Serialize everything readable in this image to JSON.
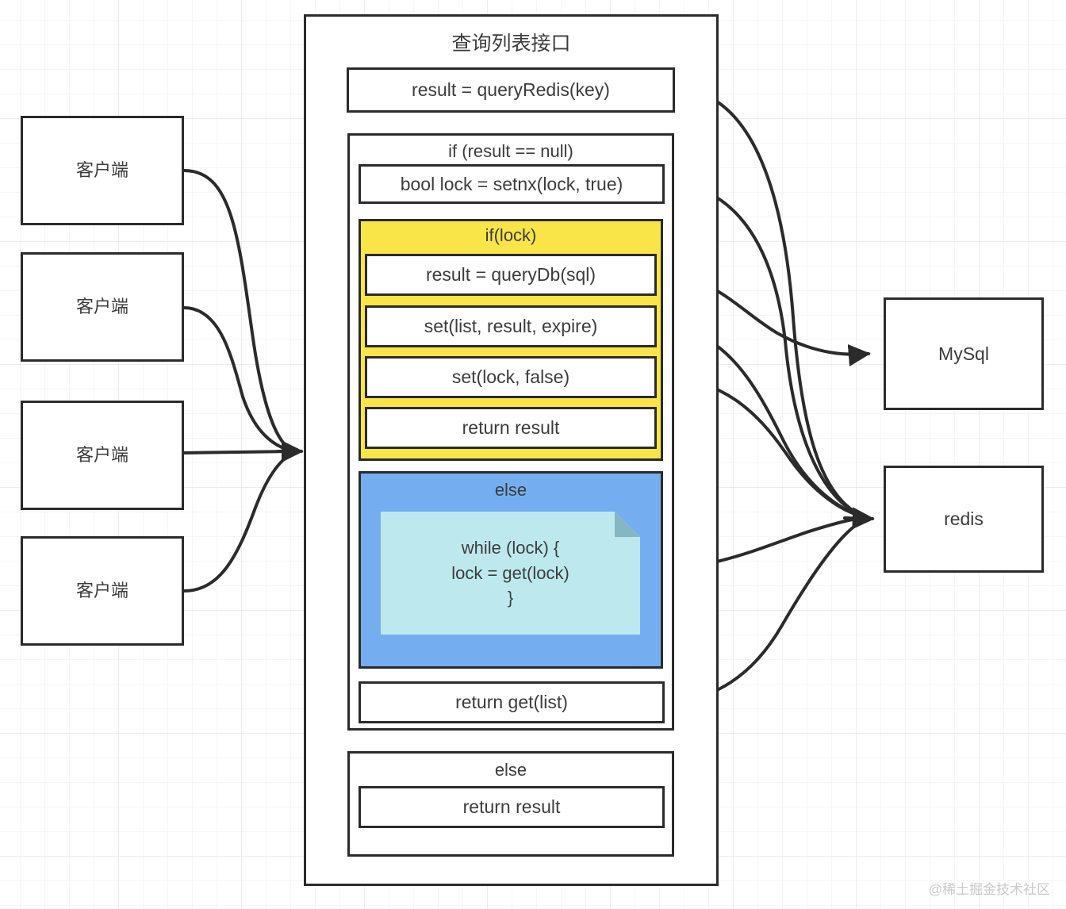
{
  "diagram": {
    "title": "查询列表接口",
    "watermark": "@稀土掘金技术社区",
    "colors": {
      "stroke": "#2b2b2b",
      "text": "#3c3c3c",
      "if_lock_fill": "#F9E547",
      "else_fill": "#74AEF0",
      "note_fill": "#BDE9EE",
      "note_fold": "#86B6C2",
      "grid": "#ececec"
    }
  },
  "clients": [
    {
      "label": "客户端"
    },
    {
      "label": "客户端"
    },
    {
      "label": "客户端"
    },
    {
      "label": "客户端"
    }
  ],
  "stores": [
    {
      "label": "MySql"
    },
    {
      "label": "redis"
    }
  ],
  "interface": {
    "title": "查询列表接口",
    "first_statement": "result = queryRedis(key)",
    "if_null_block": {
      "label": "if (result == null)",
      "setnx_statement": "bool lock = setnx(lock, true)",
      "if_lock_block": {
        "label": "if(lock)",
        "statements": [
          "result = queryDb(sql)",
          "set(list, result, expire)",
          "set(lock, false)",
          "return result"
        ]
      },
      "else_block": {
        "label": "else",
        "note": "while (lock) {\nlock = get(lock)\n}"
      },
      "return_get_list": "return get(list)"
    },
    "else_block": {
      "label": "else",
      "statement": "return result"
    }
  }
}
